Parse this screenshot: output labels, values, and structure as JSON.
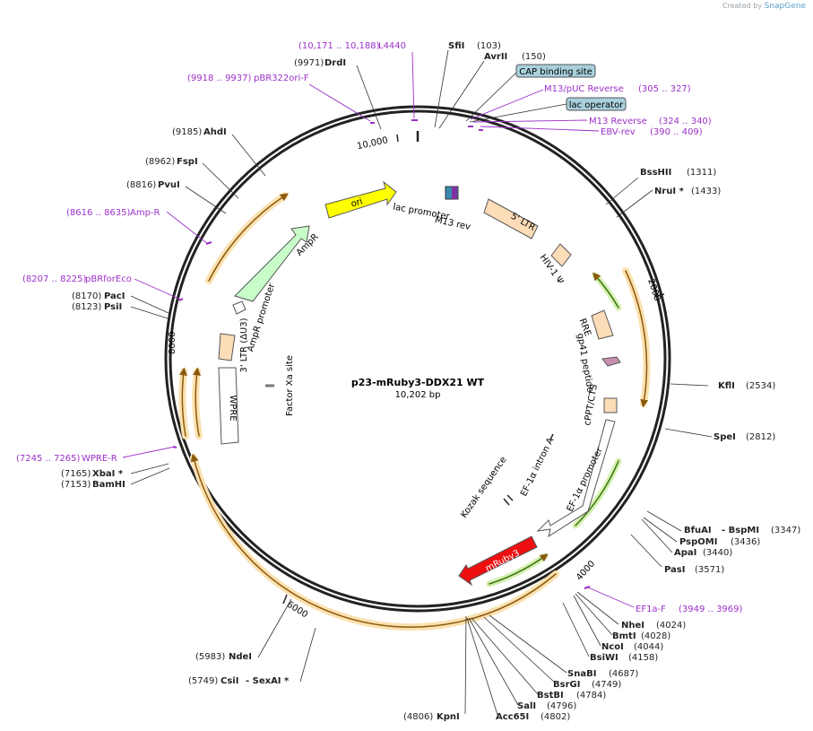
{
  "credit": {
    "prefix": "Created by",
    "brand": "SnapGene"
  },
  "plasmid": {
    "name": "p23-mRuby3-DDX21 WT",
    "size_label": "10,202 bp"
  },
  "ticks": [
    "10,000",
    "2000",
    "4000",
    "6000",
    "8000"
  ],
  "sites": [
    {
      "pos": "(10,171 .. 10,188)",
      "name": "L4440",
      "primer": true
    },
    {
      "pos": "(9971)",
      "name": "DrdI"
    },
    {
      "pos": "(9918 .. 9937)",
      "name": "pBR322ori-F",
      "primer": true
    },
    {
      "pos": "(9185)",
      "name": "AhdI"
    },
    {
      "pos": "(8962)",
      "name": "FspI"
    },
    {
      "pos": "(8816)",
      "name": "PvuI"
    },
    {
      "pos": "(8616 .. 8635)",
      "name": "Amp-R",
      "primer": true
    },
    {
      "pos": "(8207 .. 8225)",
      "name": "pBRforEco",
      "primer": true
    },
    {
      "pos": "(8170)",
      "name": "PacI"
    },
    {
      "pos": "(8123)",
      "name": "PsiI"
    },
    {
      "pos": "(7245 .. 7265)",
      "name": "WPRE-R",
      "primer": true
    },
    {
      "pos": "(7165)",
      "name": "XbaI *"
    },
    {
      "pos": "(7153)",
      "name": "BamHI"
    },
    {
      "pos": "(5983)",
      "name": "NdeI"
    },
    {
      "pos": "(5749)",
      "name": "CsiI",
      "name2": "- SexAI *"
    },
    {
      "pos": "(4806)",
      "name": "KpnI"
    },
    {
      "name": "SfiI",
      "pos": "(103)"
    },
    {
      "name": "AvrII",
      "pos": "(150)"
    },
    {
      "name": "M13/pUC Reverse",
      "pos": "(305 .. 327)",
      "primer": true
    },
    {
      "name": "M13 Reverse",
      "pos": "(324 .. 340)",
      "primer": true
    },
    {
      "name": "EBV-rev",
      "pos": "(390 .. 409)",
      "primer": true
    },
    {
      "name": "BssHII",
      "pos": "(1311)"
    },
    {
      "name": "NruI *",
      "pos": "(1433)"
    },
    {
      "name": "KflI",
      "pos": "(2534)"
    },
    {
      "name": "SpeI",
      "pos": "(2812)"
    },
    {
      "name": "BfuAI",
      "name2": "- BspMI",
      "pos": "(3347)"
    },
    {
      "name": "PspOMI",
      "pos": "(3436)"
    },
    {
      "name": "ApaI",
      "pos": "(3440)"
    },
    {
      "name": "PasI",
      "pos": "(3571)"
    },
    {
      "name": "EF1a-F",
      "pos": "(3949 .. 3969)",
      "primer": true
    },
    {
      "name": "NheI",
      "pos": "(4024)"
    },
    {
      "name": "BmtI",
      "pos": "(4028)"
    },
    {
      "name": "NcoI",
      "pos": "(4044)"
    },
    {
      "name": "BsiWI",
      "pos": "(4158)"
    },
    {
      "name": "SnaBI",
      "pos": "(4687)"
    },
    {
      "name": "BsrGI",
      "pos": "(4749)"
    },
    {
      "name": "BstBI",
      "pos": "(4784)"
    },
    {
      "name": "SalI",
      "pos": "(4796)"
    },
    {
      "name": "Acc65I",
      "pos": "(4802)"
    }
  ],
  "boxed_features": [
    "CAP binding site",
    "lac operator"
  ],
  "features": {
    "ori": "ori",
    "lac_promoter": "lac promoter",
    "m13_rev": "M13 rev",
    "ltr5": "5' LTR",
    "hiv_psi": "HIV-1 Ψ",
    "rre": "RRE",
    "gp41": "gp41 peptide",
    "cppt": "cPPT/CTS",
    "ef1a_promoter": "EF-1α promoter",
    "ef1a_intron": "EF-1α intron A",
    "kozak": "Kozak sequence",
    "mruby3": "mRuby3",
    "wpre": "WPRE",
    "ltr3": "3' LTR (ΔU3)",
    "ampr_promoter": "AmpR promoter",
    "ampr": "AmpR",
    "factor_xa": "Factor Xa site"
  },
  "colors": {
    "backbone": "#222222",
    "primer": "#9b30c8",
    "ori": "#ffff00",
    "ltr": "#fddcb8",
    "ampr": "#c8fcc8",
    "mruby3": "#ee1010",
    "orf": "#f0a030",
    "green_orf": "#60b020",
    "box_fill": "#a8d0dc"
  }
}
